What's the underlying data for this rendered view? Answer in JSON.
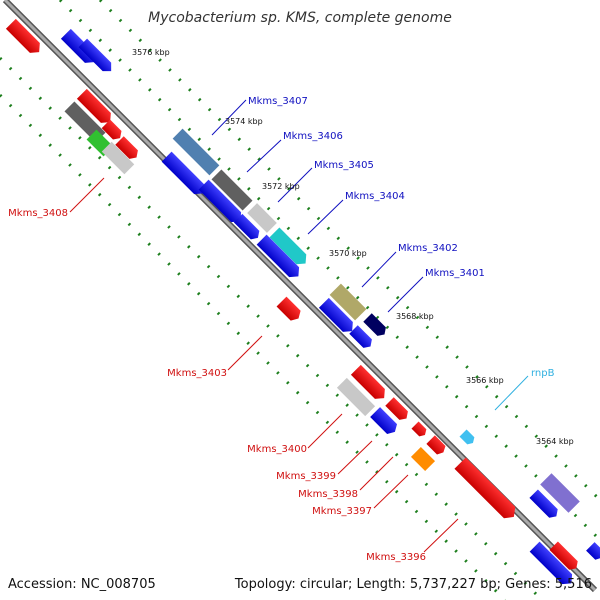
{
  "title": "Mycobacterium sp. KMS, complete genome",
  "accession": "Accession: NC_008705",
  "topology": "Topology: circular; Length: 5,737,227 bp; Genes: 5,516",
  "colors": {
    "backbone": "#808080",
    "tick": "#1e7f1e",
    "blue_label": "#1010c0",
    "red_label": "#d01010",
    "rrna_label": "#30b0e0"
  },
  "scale_labels": [
    "3576 kbp",
    "3574 kbp",
    "3572 kbp",
    "3570 kbp",
    "3568 kbp",
    "3566 kbp",
    "3564 kbp"
  ],
  "gene_labels": [
    {
      "text": "Mkms_3407",
      "color": "blue"
    },
    {
      "text": "Mkms_3406",
      "color": "blue"
    },
    {
      "text": "Mkms_3405",
      "color": "blue"
    },
    {
      "text": "Mkms_3404",
      "color": "blue"
    },
    {
      "text": "Mkms_3402",
      "color": "blue"
    },
    {
      "text": "Mkms_3401",
      "color": "blue"
    },
    {
      "text": "Mkms_3408",
      "color": "red"
    },
    {
      "text": "Mkms_3403",
      "color": "red"
    },
    {
      "text": "rnpB",
      "color": "rrna"
    },
    {
      "text": "Mkms_3400",
      "color": "red"
    },
    {
      "text": "Mkms_3399",
      "color": "red"
    },
    {
      "text": "Mkms_3398",
      "color": "red"
    },
    {
      "text": "Mkms_3397",
      "color": "red"
    },
    {
      "text": "Mkms_3396",
      "color": "red"
    }
  ]
}
